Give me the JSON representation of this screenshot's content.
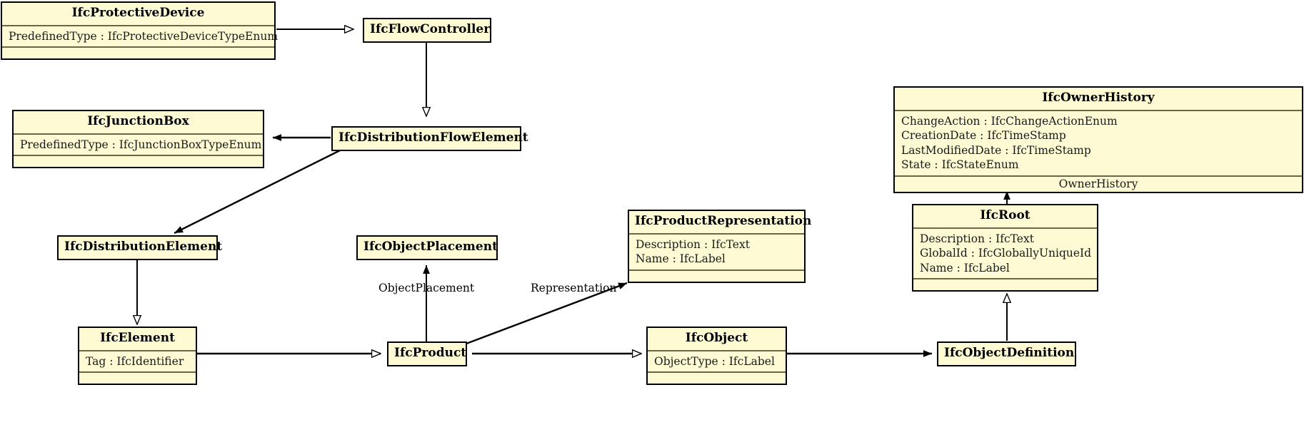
{
  "diagram": {
    "title": "IFC Distribution Element UML Class Diagram",
    "type": "uml-class-diagram",
    "background": "#FFFFFF",
    "class_fill": "#FDFAD4",
    "class_border": "#000000",
    "line_color": "#000000"
  },
  "classes": [
    {
      "id": "IfcProtectiveDevice",
      "name": "IfcProtectiveDevice",
      "attributes": [
        "PredefinedType : IfcProtectiveDeviceTypeEnum"
      ],
      "operations": []
    },
    {
      "id": "IfcFlowController",
      "name": "IfcFlowController",
      "attributes": [],
      "operations": []
    },
    {
      "id": "IfcJunctionBox",
      "name": "IfcJunctionBox",
      "attributes": [
        "PredefinedType : IfcJunctionBoxTypeEnum"
      ],
      "operations": []
    },
    {
      "id": "IfcDistributionFlowElement",
      "name": "IfcDistributionFlowElement",
      "attributes": [],
      "operations": []
    },
    {
      "id": "IfcDistributionElement",
      "name": "IfcDistributionElement",
      "attributes": [],
      "operations": []
    },
    {
      "id": "IfcObjectPlacement",
      "name": "IfcObjectPlacement",
      "attributes": [],
      "operations": []
    },
    {
      "id": "IfcProductRepresentation",
      "name": "IfcProductRepresentation",
      "attributes": [
        "Description : IfcText",
        "Name : IfcLabel"
      ],
      "operations": []
    },
    {
      "id": "IfcOwnerHistory",
      "name": "IfcOwnerHistory",
      "attributes": [
        "ChangeAction : IfcChangeActionEnum",
        "CreationDate : IfcTimeStamp",
        "LastModifiedDate : IfcTimeStamp",
        "State : IfcStateEnum"
      ],
      "operations": [
        "OwnerHistory"
      ]
    },
    {
      "id": "IfcRoot",
      "name": "IfcRoot",
      "attributes": [
        "Description : IfcText",
        "GlobalId : IfcGloballyUniqueId",
        "Name : IfcLabel"
      ],
      "operations": []
    },
    {
      "id": "IfcElement",
      "name": "IfcElement",
      "attributes": [
        "Tag : IfcIdentifier"
      ],
      "operations": []
    },
    {
      "id": "IfcProduct",
      "name": "IfcProduct",
      "attributes": [],
      "operations": []
    },
    {
      "id": "IfcObject",
      "name": "IfcObject",
      "attributes": [
        "ObjectType : IfcLabel"
      ],
      "operations": []
    },
    {
      "id": "IfcObjectDefinition",
      "name": "IfcObjectDefinition",
      "attributes": [],
      "operations": []
    }
  ],
  "edge_labels": {
    "object_placement": "ObjectPlacement",
    "representation": "Representation"
  },
  "relationships": [
    {
      "from": "IfcProtectiveDevice",
      "to": "IfcFlowController",
      "kind": "generalization"
    },
    {
      "from": "IfcFlowController",
      "to": "IfcDistributionFlowElement",
      "kind": "generalization"
    },
    {
      "from": "IfcDistributionFlowElement",
      "to": "IfcJunctionBox",
      "kind": "association"
    },
    {
      "from": "IfcDistributionFlowElement",
      "to": "IfcDistributionElement",
      "kind": "association"
    },
    {
      "from": "IfcDistributionElement",
      "to": "IfcElement",
      "kind": "generalization"
    },
    {
      "from": "IfcElement",
      "to": "IfcProduct",
      "kind": "generalization"
    },
    {
      "from": "IfcProduct",
      "to": "IfcObjectPlacement",
      "kind": "association",
      "label": "ObjectPlacement"
    },
    {
      "from": "IfcProduct",
      "to": "IfcProductRepresentation",
      "kind": "association",
      "label": "Representation"
    },
    {
      "from": "IfcProduct",
      "to": "IfcObject",
      "kind": "generalization"
    },
    {
      "from": "IfcObject",
      "to": "IfcObjectDefinition",
      "kind": "association"
    },
    {
      "from": "IfcObjectDefinition",
      "to": "IfcRoot",
      "kind": "generalization"
    },
    {
      "from": "IfcRoot",
      "to": "IfcOwnerHistory",
      "kind": "association",
      "label": "OwnerHistory"
    }
  ]
}
